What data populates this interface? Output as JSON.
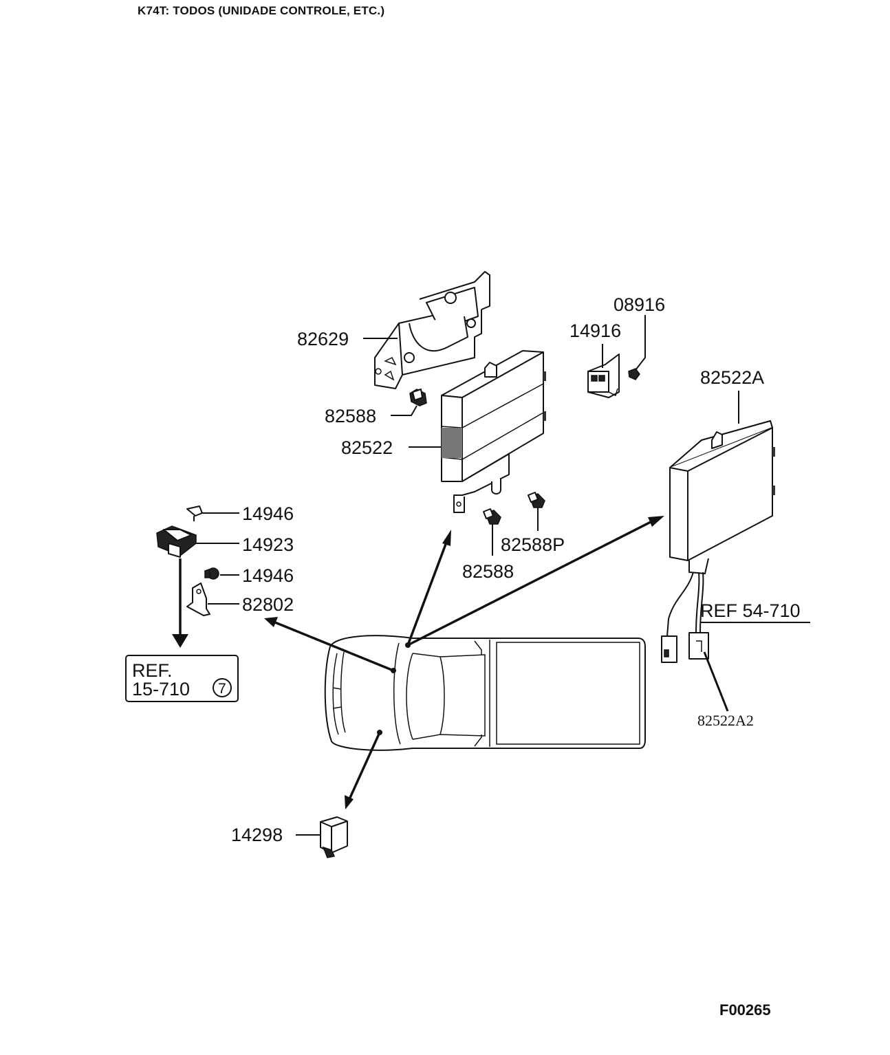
{
  "page_title": "K74T: TODOS (UNIDADE CONTROLE, ETC.)",
  "figure_code": "F00265",
  "parts": {
    "p82629": "82629",
    "p82588_top": "82588",
    "p82522": "82522",
    "p08916": "08916",
    "p14916": "14916",
    "p82522A": "82522A",
    "p14946_top": "14946",
    "p14923": "14923",
    "p14946_bottom": "14946",
    "p82802": "82802",
    "p82588P": "82588P",
    "p82588_bottom": "82588",
    "p14298": "14298",
    "p82522A2": "82522A2"
  },
  "references": {
    "ref_54_710": "REF 54-710",
    "ref_15_710_line1": "REF.",
    "ref_15_710_line2": "15-710",
    "ref_15_710_circle": "7"
  }
}
